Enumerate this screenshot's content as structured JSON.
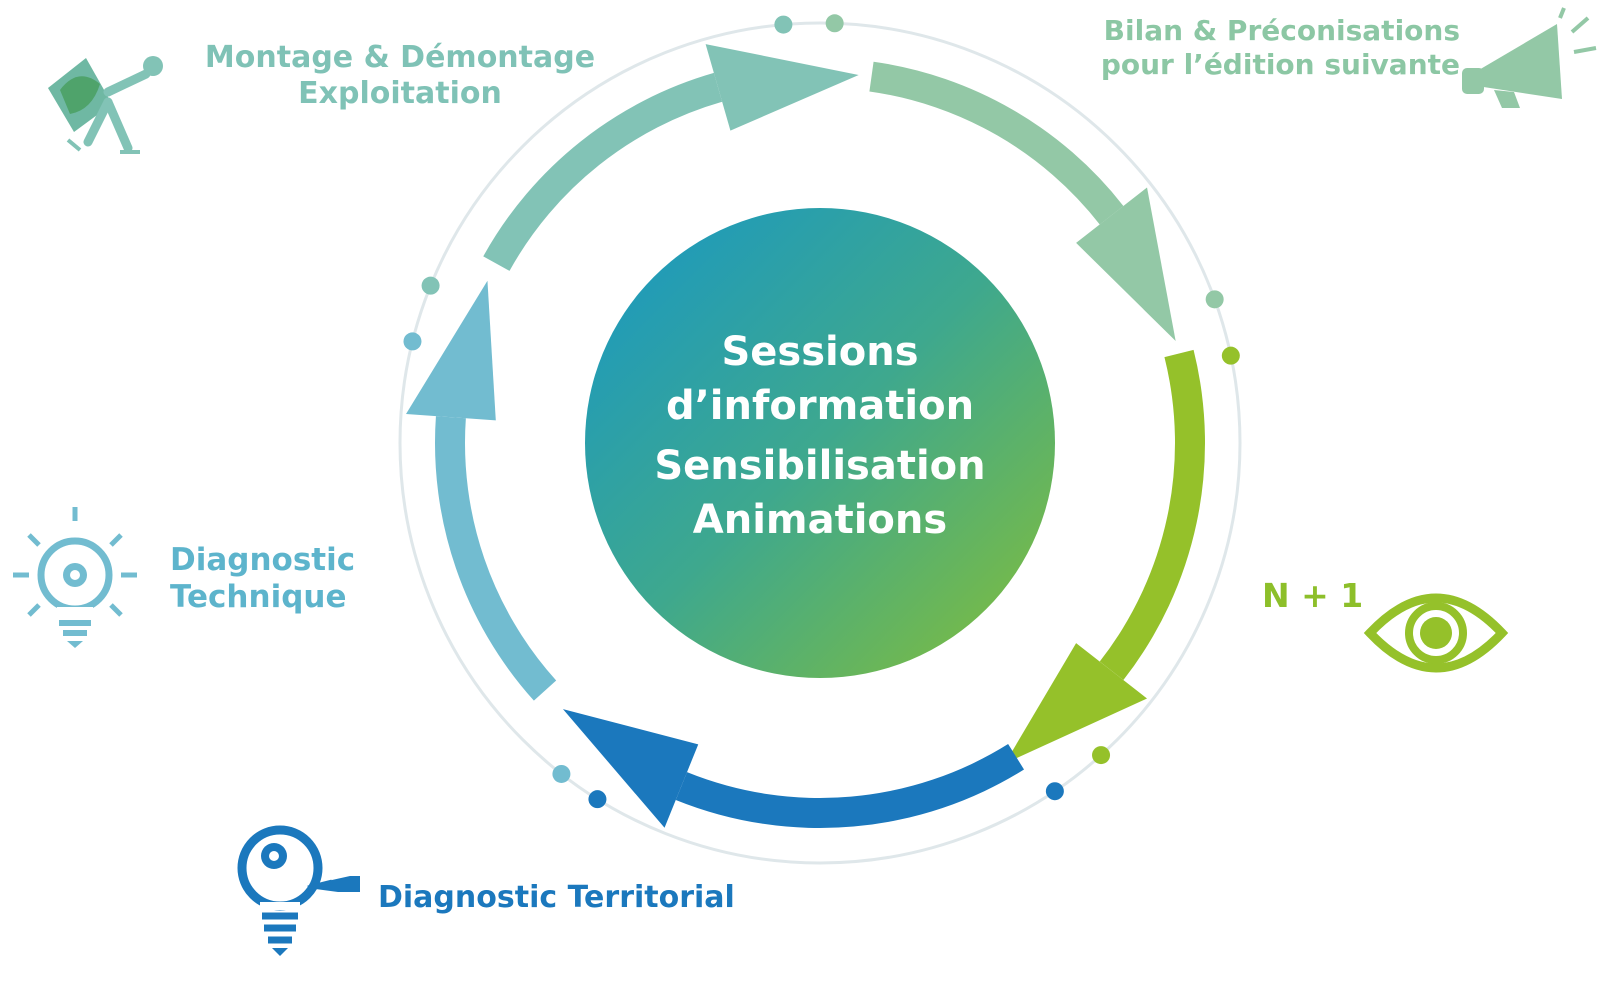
{
  "center": {
    "lines": [
      "Sessions",
      "d’information",
      "Sensibilisation",
      "Animations"
    ]
  },
  "stages": {
    "montage": {
      "line1": "Montage & Démontage",
      "line2": "Exploitation",
      "color": "#82c3b6",
      "icon": "worker-carrying-bag-icon"
    },
    "bilan": {
      "line1": "Bilan & Préconisations",
      "line2": "pour l’édition suivante",
      "color": "#93c8a6",
      "icon": "megaphone-icon"
    },
    "n_plus_1": {
      "label": "N + 1",
      "color": "#95c12a",
      "icon": "eye-icon"
    },
    "diag_territorial": {
      "label": "Diagnostic Territorial",
      "color": "#1b78bd",
      "icon": "lightbulb-gear-tag-icon"
    },
    "diag_technique": {
      "line1": "Diagnostic",
      "line2": "Technique",
      "color": "#72bcd0",
      "icon": "lightbulb-gear-icon"
    }
  },
  "colors": {
    "center_gradient_start": "#1a97c4",
    "center_gradient_end": "#7bbb3e",
    "ring_line": "#dfe7ea"
  }
}
